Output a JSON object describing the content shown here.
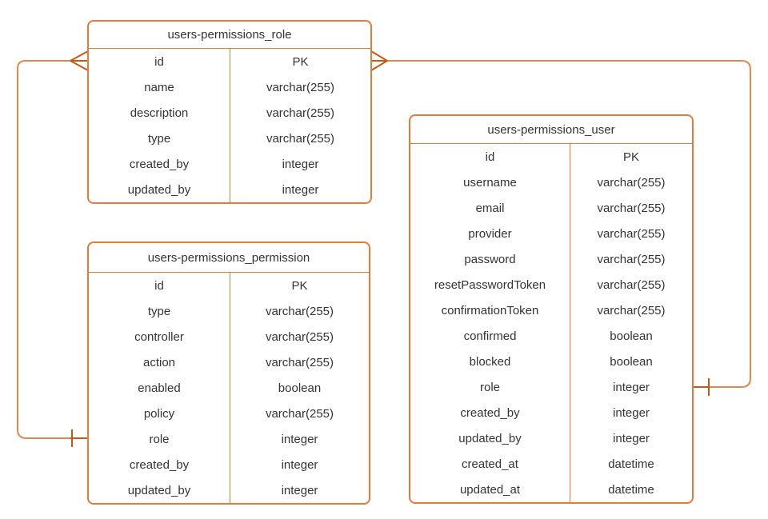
{
  "diagram": {
    "tables": [
      {
        "title": "users-permissions_role",
        "fields": [
          {
            "field": "id",
            "type": "PK"
          },
          {
            "field": "name",
            "type": "varchar(255)"
          },
          {
            "field": "description",
            "type": "varchar(255)"
          },
          {
            "field": "type",
            "type": "varchar(255)"
          },
          {
            "field": "created_by",
            "type": "integer"
          },
          {
            "field": "updated_by",
            "type": "integer"
          }
        ]
      },
      {
        "title": "users-permissions_permission",
        "fields": [
          {
            "field": "id",
            "type": "PK"
          },
          {
            "field": "type",
            "type": "varchar(255)"
          },
          {
            "field": "controller",
            "type": "varchar(255)"
          },
          {
            "field": "action",
            "type": "varchar(255)"
          },
          {
            "field": "enabled",
            "type": "boolean"
          },
          {
            "field": "policy",
            "type": "varchar(255)"
          },
          {
            "field": "role",
            "type": "integer"
          },
          {
            "field": "created_by",
            "type": "integer"
          },
          {
            "field": "updated_by",
            "type": "integer"
          }
        ]
      },
      {
        "title": "users-permissions_user",
        "fields": [
          {
            "field": "id",
            "type": "PK"
          },
          {
            "field": "username",
            "type": "varchar(255)"
          },
          {
            "field": "email",
            "type": "varchar(255)"
          },
          {
            "field": "provider",
            "type": "varchar(255)"
          },
          {
            "field": "password",
            "type": "varchar(255)"
          },
          {
            "field": "resetPasswordToken",
            "type": "varchar(255)"
          },
          {
            "field": "confirmationToken",
            "type": "varchar(255)"
          },
          {
            "field": "confirmed",
            "type": "boolean"
          },
          {
            "field": "blocked",
            "type": "boolean"
          },
          {
            "field": "role",
            "type": "integer"
          },
          {
            "field": "created_by",
            "type": "integer"
          },
          {
            "field": "updated_by",
            "type": "integer"
          },
          {
            "field": "created_at",
            "type": "datetime"
          },
          {
            "field": "updated_at",
            "type": "datetime"
          }
        ]
      }
    ],
    "relationships": [
      {
        "from_table": "users-permissions_role",
        "from_field": "id",
        "from_marker": "crow-foot-many",
        "to_table": "users-permissions_permission",
        "to_field": "role",
        "to_marker": "one-tick"
      },
      {
        "from_table": "users-permissions_role",
        "from_field": "id",
        "from_marker": "crow-foot-many",
        "to_table": "users-permissions_user",
        "to_field": "role",
        "to_marker": "one-tick"
      }
    ],
    "colors": {
      "table_border": "#E07C3E",
      "connector_line": "#DB8A52",
      "cardinality_marker": "#C25A16",
      "text": "#333333",
      "background": "#FFFFFF"
    }
  }
}
